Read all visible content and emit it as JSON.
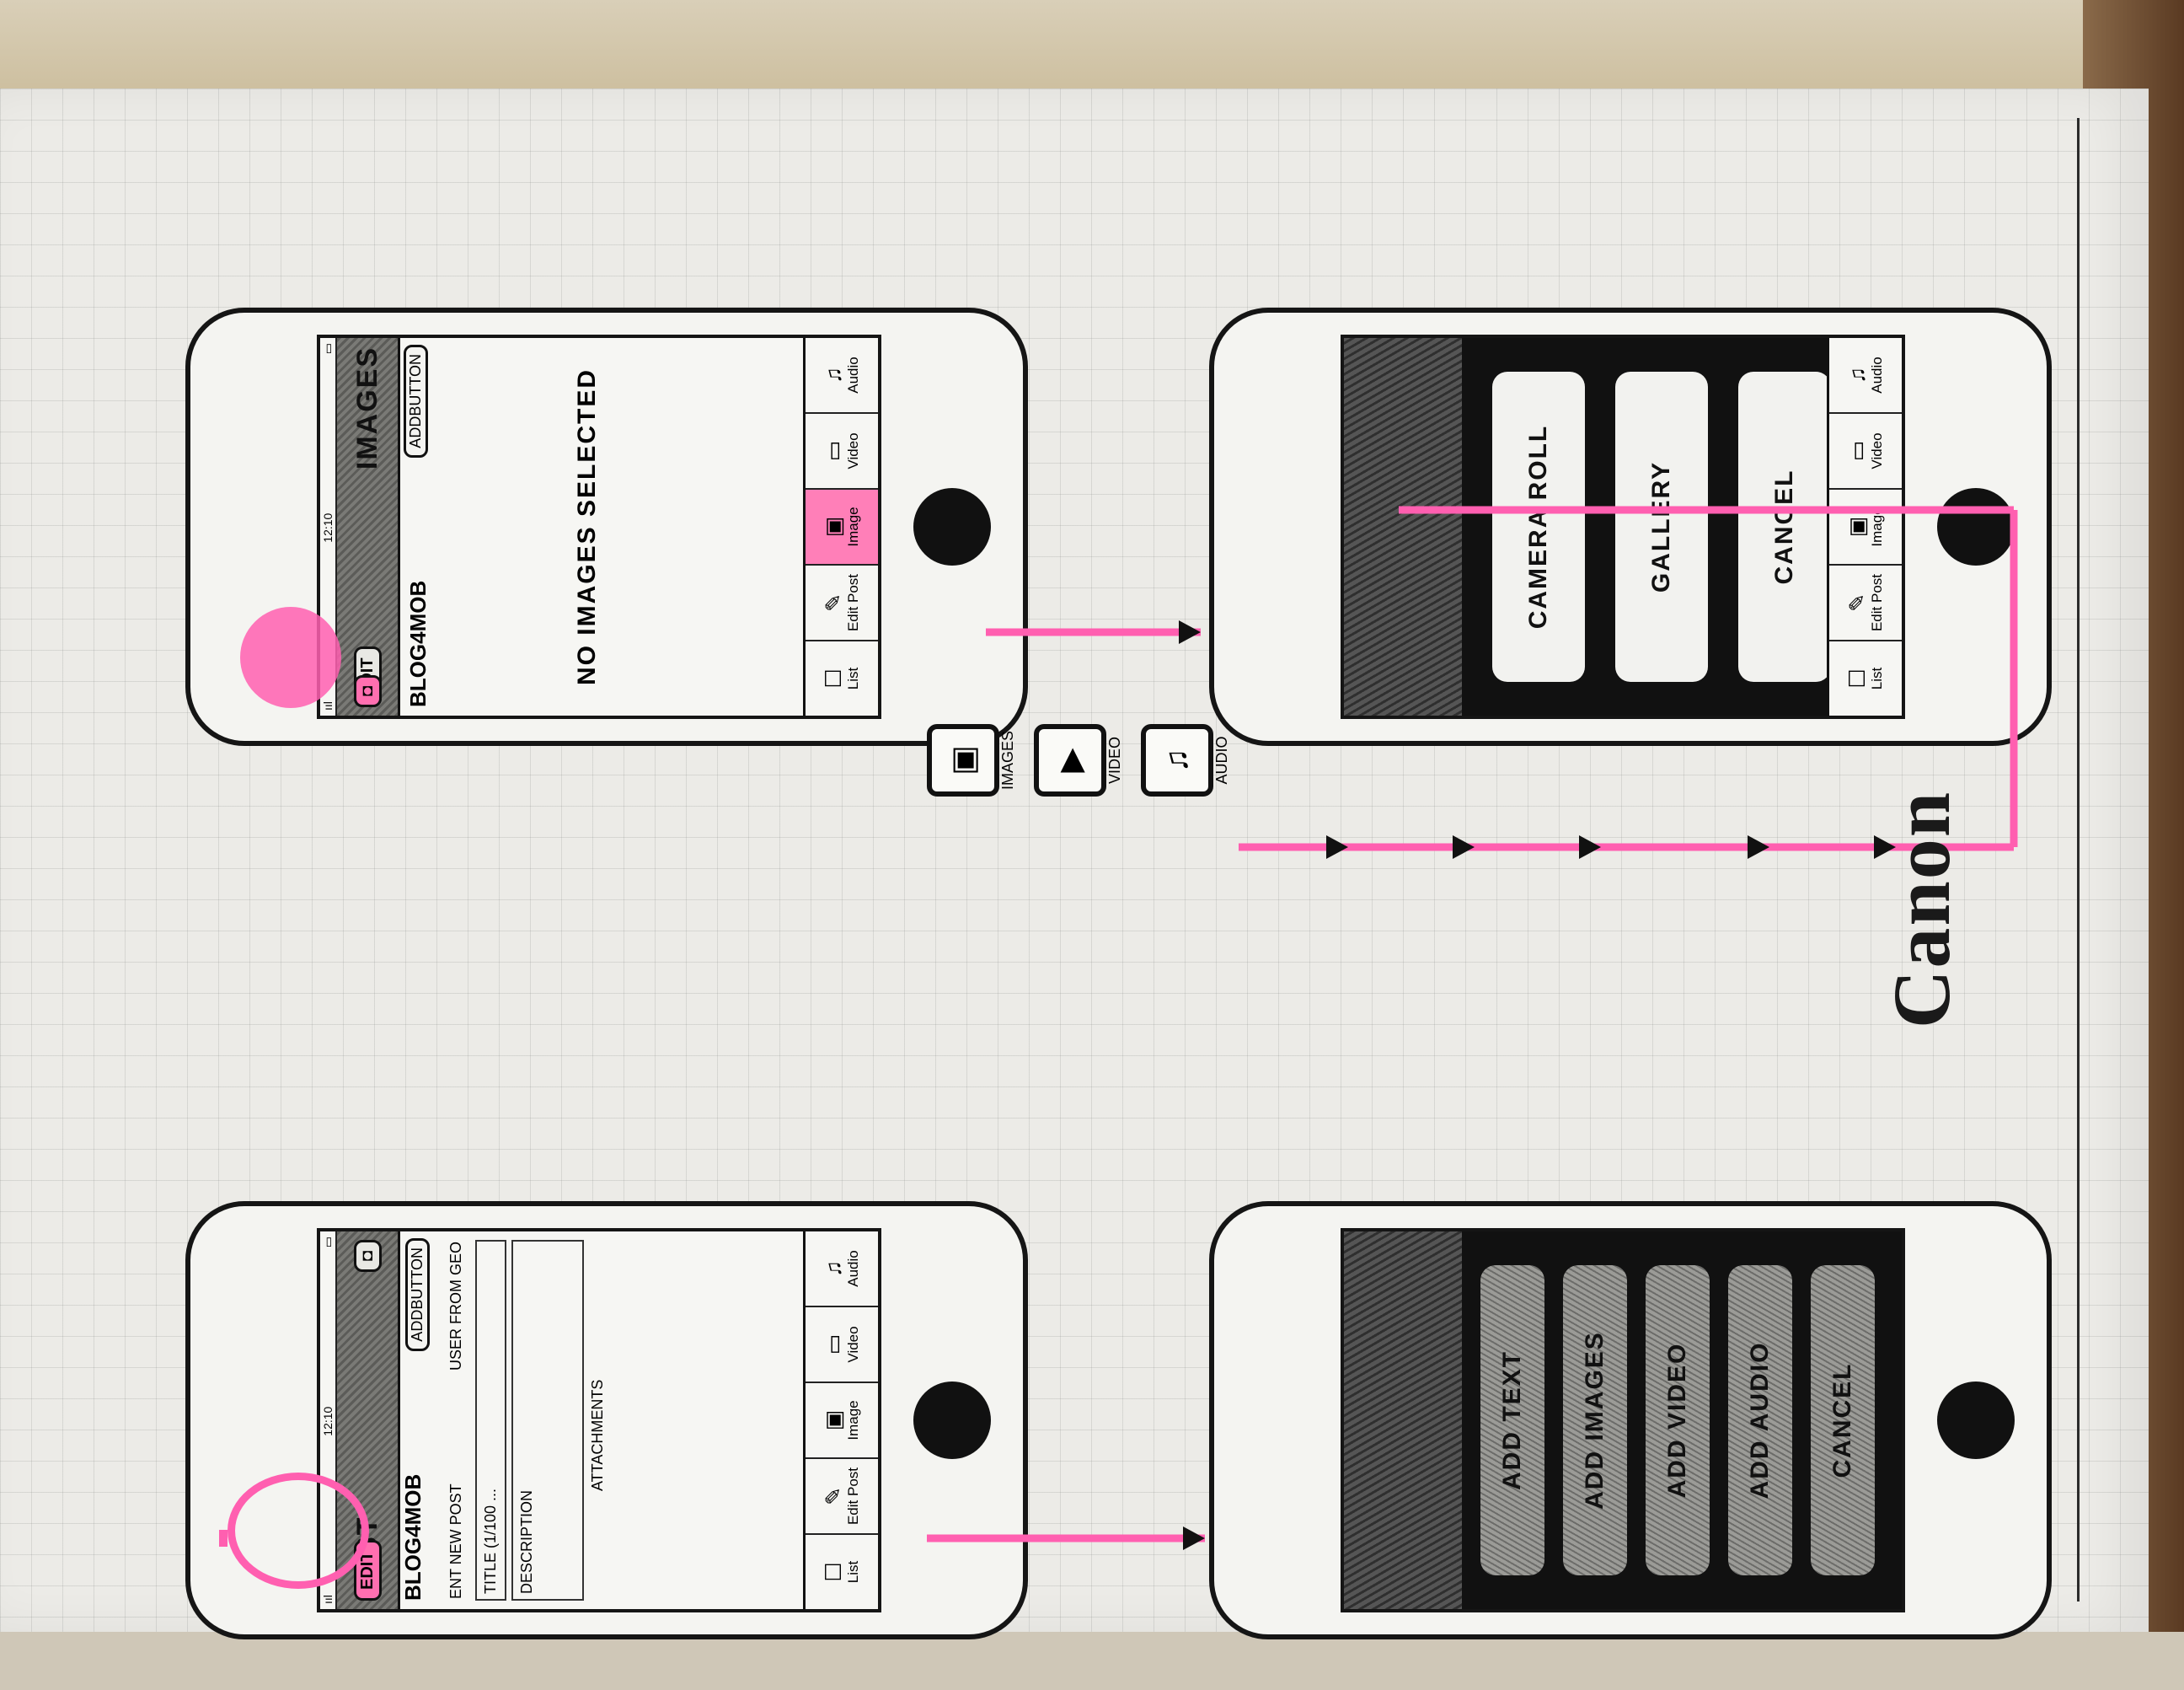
{
  "brand": {
    "camera_logo": "Canon"
  },
  "colors": {
    "highlight": "#ff5fb0",
    "ink": "#151515",
    "paper": "#ecebe7"
  },
  "screen1": {
    "status": {
      "left": "ııl",
      "time": "12:10"
    },
    "edit": "EDIT",
    "title": "POST",
    "app_name": "BLOG4MOB",
    "add_button": "ADDBUTTON",
    "new_post_label": "ENT NEW POST",
    "user_label": "USER FROM GEO",
    "title_field": "TITLE (1/100 ...",
    "description_label": "DESCRIPTION",
    "attachments_label": "ATTACHMENTS",
    "tabs": [
      {
        "icon": "list-icon",
        "glyph": "☐",
        "label": "List"
      },
      {
        "icon": "edit-post-icon",
        "glyph": "✎",
        "label": "Edit Post"
      },
      {
        "icon": "image-icon",
        "glyph": "▣",
        "label": "Image"
      },
      {
        "icon": "video-icon",
        "glyph": "▭",
        "label": "Video"
      },
      {
        "icon": "audio-icon",
        "glyph": "♫",
        "label": "Audio"
      }
    ]
  },
  "screen2": {
    "actions": [
      "ADD TEXT",
      "ADD IMAGES",
      "ADD VIDEO",
      "ADD AUDIO",
      "CANCEL"
    ]
  },
  "screen3": {
    "status": {
      "left": "ııl",
      "time": "12:10"
    },
    "edit": "EDIT",
    "title": "IMAGES",
    "app_name": "BLOG4MOB",
    "add_button": "ADDBUTTON",
    "empty": "NO IMAGES SELECTED",
    "active_tab": 2
  },
  "screen4": {
    "actions": [
      "CAMERA ROLL",
      "GALLERY",
      "CANCEL"
    ]
  },
  "media_icons": [
    {
      "icon": "images-icon",
      "glyph": "▣",
      "label": "IMAGES"
    },
    {
      "icon": "video-icon",
      "glyph": "▶",
      "label": "VIDEO"
    },
    {
      "icon": "audio-icon",
      "glyph": "♫",
      "label": "AUDIO"
    }
  ]
}
